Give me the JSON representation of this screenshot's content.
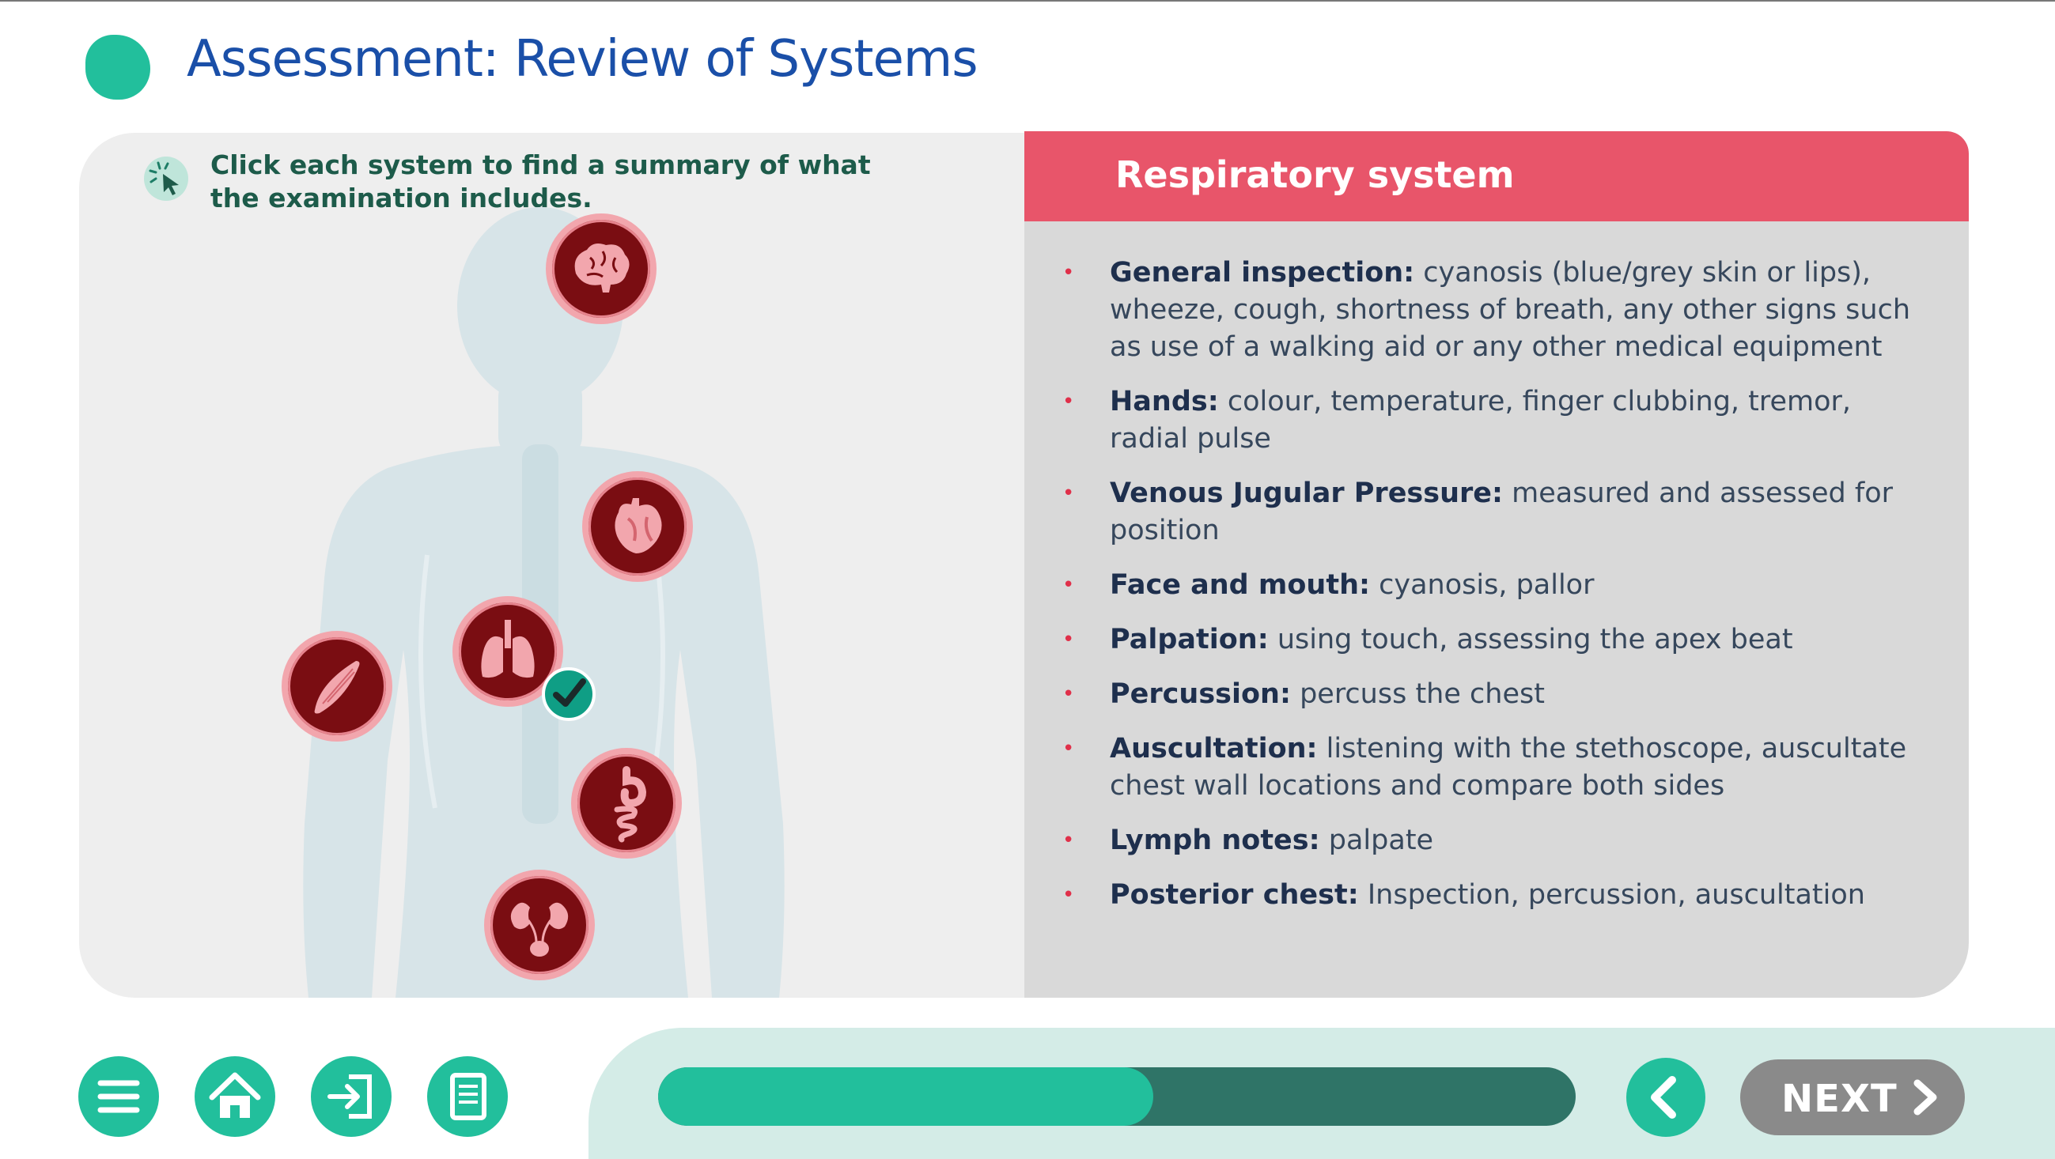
{
  "header": {
    "title": "Assessment: Review of Systems"
  },
  "instruction": {
    "text": "Click each system to find a summary of what the examination includes.",
    "icon": "click-pointer-icon"
  },
  "systems": [
    {
      "name": "Nervous system",
      "icon": "brain-icon",
      "visited": false
    },
    {
      "name": "Cardiovascular system",
      "icon": "heart-icon",
      "visited": false
    },
    {
      "name": "Respiratory system",
      "icon": "lungs-icon",
      "visited": true
    },
    {
      "name": "Musculoskeletal system",
      "icon": "muscle-icon",
      "visited": false
    },
    {
      "name": "Gastrointestinal system",
      "icon": "stomach-intestine-icon",
      "visited": false
    },
    {
      "name": "Renal system",
      "icon": "kidneys-icon",
      "visited": false
    }
  ],
  "detail": {
    "title": "Respiratory system",
    "items": [
      {
        "term": "General inspection:",
        "text": " cyanosis (blue/grey skin or lips), wheeze, cough, shortness of breath, any other signs such as use of a walking aid or any other medical equipment"
      },
      {
        "term": "Hands:",
        "text": " colour, temperature, finger clubbing, tremor, radial pulse"
      },
      {
        "term": "Venous Jugular Pressure:",
        "text": " measured and assessed for position"
      },
      {
        "term": "Face and mouth:",
        "text": " cyanosis, pallor"
      },
      {
        "term": "Palpation:",
        "text": " using touch, assessing the apex beat"
      },
      {
        "term": "Percussion:",
        "text": " percuss the chest"
      },
      {
        "term": "Auscultation:",
        "text": " listening with the stethoscope, auscultate chest wall locations and compare both sides"
      },
      {
        "term": "Lymph notes:",
        "text": " palpate"
      },
      {
        "term": "Posterior chest:",
        "text": " Inspection, percussion, auscultation"
      }
    ]
  },
  "footer": {
    "progress": 0.54,
    "next_label": "NEXT",
    "icons": [
      "menu-icon",
      "home-icon",
      "exit-icon",
      "notes-icon"
    ]
  },
  "colors": {
    "accent": "#22bf9c",
    "title": "#1a4fa8",
    "header_red": "#e8556a",
    "organ": "#7a0d12"
  }
}
